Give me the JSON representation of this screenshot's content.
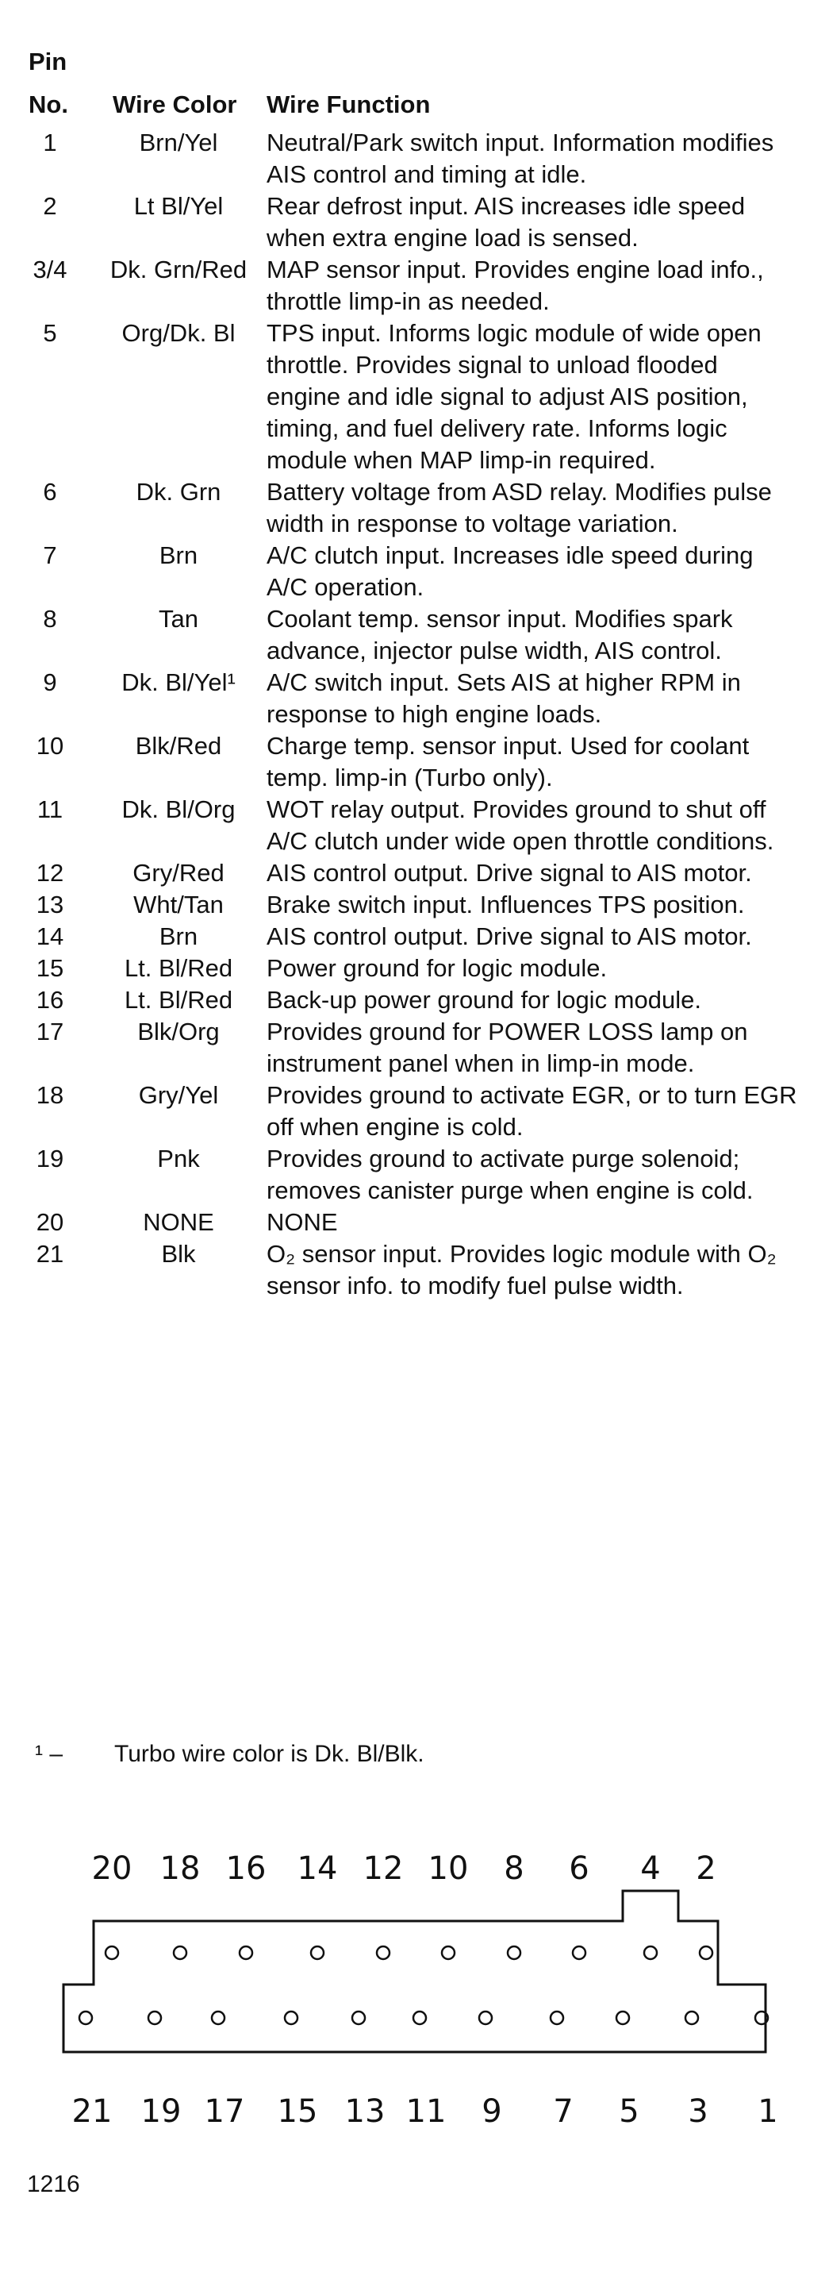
{
  "header": {
    "pin_line1": "Pin",
    "pin_line2": "No.",
    "wire_color": "Wire Color",
    "wire_function": "Wire Function"
  },
  "rows": [
    {
      "pin": "1",
      "color": "Brn/Yel",
      "func": "Neutral/Park switch input. Information modifies AIS control and timing at idle."
    },
    {
      "pin": "2",
      "color": "Lt Bl/Yel",
      "func": "Rear defrost input. AIS increases idle speed when extra engine load is sensed."
    },
    {
      "pin": "3/4",
      "color": "Dk. Grn/Red",
      "func": "MAP sensor input. Provides engine load info., throttle limp-in as needed."
    },
    {
      "pin": "5",
      "color": "Org/Dk. Bl",
      "func": "TPS input. Informs logic module of wide open throttle. Provides signal to unload flooded engine and idle signal to adjust AIS position, timing, and fuel delivery rate. Informs logic module when MAP limp-in required."
    },
    {
      "pin": "6",
      "color": "Dk. Grn",
      "func": "Battery voltage from ASD relay. Modifies pulse width in response to voltage variation."
    },
    {
      "pin": "7",
      "color": "Brn",
      "func": "A/C clutch input. Increases idle speed during A/C operation."
    },
    {
      "pin": "8",
      "color": "Tan",
      "func": "Coolant temp. sensor input. Modifies spark advance, injector pulse width, AIS control."
    },
    {
      "pin": "9",
      "color": "Dk. Bl/Yel¹",
      "func": "A/C switch input. Sets AIS at higher RPM in response to high engine loads."
    },
    {
      "pin": "10",
      "color": "Blk/Red",
      "func": "Charge temp. sensor input. Used for coolant temp. limp-in (Turbo only)."
    },
    {
      "pin": "11",
      "color": "Dk. Bl/Org",
      "func": "WOT relay output. Provides ground to shut off A/C clutch under wide open throttle conditions."
    },
    {
      "pin": "12",
      "color": "Gry/Red",
      "func": "AIS control output. Drive signal to AIS motor."
    },
    {
      "pin": "13",
      "color": "Wht/Tan",
      "func": "Brake switch input. Influences TPS position."
    },
    {
      "pin": "14",
      "color": "Brn",
      "func": "AIS control output. Drive signal to AIS motor."
    },
    {
      "pin": "15",
      "color": "Lt. Bl/Red",
      "func": "Power ground for logic module."
    },
    {
      "pin": "16",
      "color": "Lt. Bl/Red",
      "func": "Back-up power ground for logic module."
    },
    {
      "pin": "17",
      "color": "Blk/Org",
      "func": "Provides ground for POWER LOSS lamp on instrument panel when in limp-in mode."
    },
    {
      "pin": "18",
      "color": "Gry/Yel",
      "func": "Provides ground to activate EGR, or to turn EGR off when engine is cold."
    },
    {
      "pin": "19",
      "color": "Pnk",
      "func": "Provides ground to activate purge solenoid; removes canister purge when engine is cold."
    },
    {
      "pin": "20",
      "color": "NONE",
      "func": "NONE"
    },
    {
      "pin": "21",
      "color": "Blk",
      "func": "O₂ sensor input. Provides logic module with O₂ sensor info. to modify fuel pulse width."
    }
  ],
  "footnote": {
    "marker": "¹ –",
    "text": "Turbo wire color is Dk. Bl/Blk."
  },
  "connector": {
    "top_labels": [
      "20",
      "18",
      "16",
      "14",
      "12",
      "10",
      "8",
      "6",
      "4",
      "2"
    ],
    "bottom_labels": [
      "21",
      "19",
      "17",
      "15",
      "13",
      "11",
      "9",
      "7",
      "5",
      "3",
      "1"
    ]
  },
  "page_number": "1216"
}
